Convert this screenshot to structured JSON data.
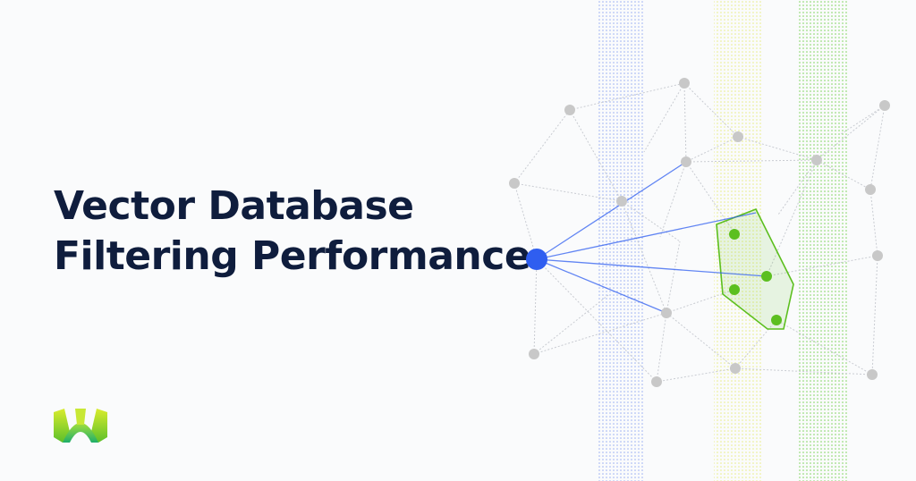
{
  "title": {
    "line1": "Vector Database",
    "line2": "Filtering Performance"
  },
  "colors": {
    "title": "#0f1d3d",
    "query_node": "#2f5ef0",
    "match_node": "#5cbf1f",
    "neighbor_node": "#c8c8c8",
    "blue_column": "#8aa2f0",
    "yellow_column": "#e6ea7a",
    "green_column": "#6fcf4a"
  },
  "icons": {
    "logo": "weaviate-logo"
  }
}
